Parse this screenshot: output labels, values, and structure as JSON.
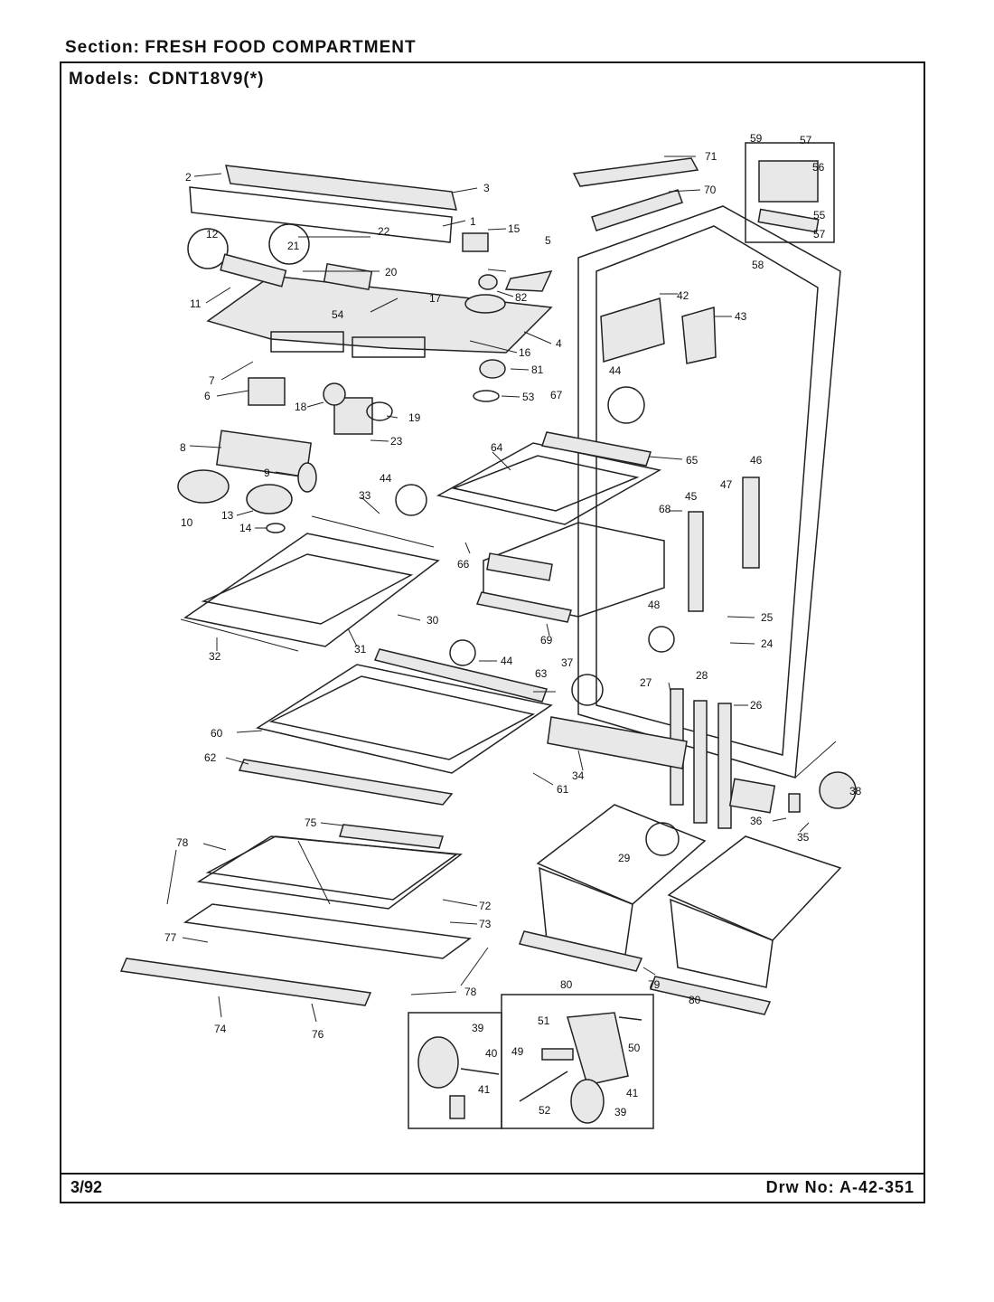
{
  "header": {
    "section_label": "Section:",
    "section_value": "FRESH FOOD COMPARTMENT",
    "models_label": "Models:",
    "models_value": "CDNT18V9(*)"
  },
  "footer": {
    "revision": "3/92",
    "drawing_no_label": "Drw No:",
    "drawing_no_value": "A-42-351"
  },
  "callouts": {
    "c1": "1",
    "c2": "2",
    "c3": "3",
    "c4": "4",
    "c5": "5",
    "c6": "6",
    "c7": "7",
    "c8": "8",
    "c9": "9",
    "c10": "10",
    "c11": "11",
    "c12": "12",
    "c13": "13",
    "c14": "14",
    "c15": "15",
    "c16": "16",
    "c17": "17",
    "c18": "18",
    "c19": "19",
    "c20": "20",
    "c21": "21",
    "c22": "22",
    "c23": "23",
    "c24": "24",
    "c25": "25",
    "c26": "26",
    "c27": "27",
    "c28": "28",
    "c29": "29",
    "c30": "30",
    "c31": "31",
    "c32": "32",
    "c33": "33",
    "c34": "34",
    "c35": "35",
    "c36": "36",
    "c37": "37",
    "c38": "38",
    "c39": "39",
    "c40": "40",
    "c41": "41",
    "c42": "42",
    "c43": "43",
    "c44": "44",
    "c45": "45",
    "c46": "46",
    "c47": "47",
    "c48": "48",
    "c49": "49",
    "c50": "50",
    "c51": "51",
    "c52": "52",
    "c53": "53",
    "c54": "54",
    "c55": "55",
    "c56": "56",
    "c57": "57",
    "c58": "58",
    "c59": "59",
    "c60": "60",
    "c61": "61",
    "c62": "62",
    "c63": "63",
    "c64": "64",
    "c65": "65",
    "c66": "66",
    "c67": "67",
    "c68": "68",
    "c69": "69",
    "c70": "70",
    "c71": "71",
    "c72": "72",
    "c73": "73",
    "c74": "74",
    "c75": "75",
    "c76": "76",
    "c77": "77",
    "c78": "78",
    "c79": "79",
    "c80": "80",
    "c81": "81",
    "c82": "82"
  }
}
